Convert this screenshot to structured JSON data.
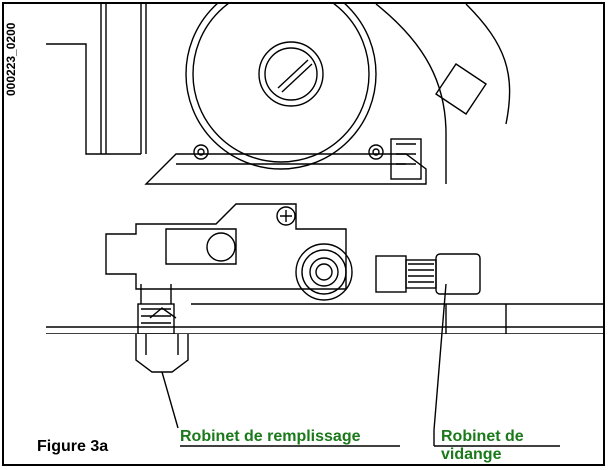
{
  "reference_code": "000223_0200",
  "figure_label": "Figure 3a",
  "callouts": {
    "fill_valve": "Robinet de remplissage",
    "drain_valve_line1": "Robinet de",
    "drain_valve_line2": "vidange"
  },
  "colors": {
    "callout_text": "#1a7a1a",
    "line": "#000000"
  }
}
